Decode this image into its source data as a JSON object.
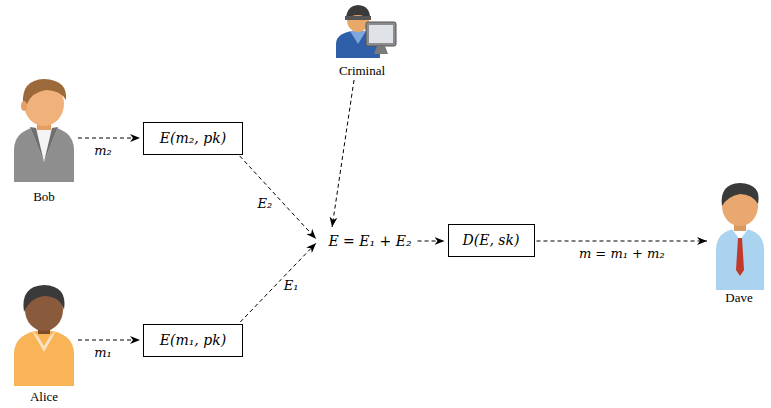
{
  "diagram": {
    "nodes": [
      {
        "text": [
          "Criminal"
        ]
      },
      {
        "text": [
          "Bob"
        ]
      },
      {
        "text": [
          "E(m₂, pk)"
        ]
      },
      {
        "text": [
          "E = E₁ + E₂"
        ]
      },
      {
        "text": [
          "D(E, sk)"
        ]
      },
      {
        "text": [
          "Dave"
        ]
      },
      {
        "text": [
          "Alice"
        ]
      },
      {
        "text": [
          "E(m₁, pk)"
        ]
      }
    ],
    "edges": [
      {
        "from": 1,
        "to": 2,
        "label": "m₂",
        "arrow": "to"
      },
      {
        "from": 2,
        "to": 3,
        "label": "E₂",
        "arrow": "to"
      },
      {
        "from": 6,
        "to": 7,
        "label": "m₁",
        "arrow": "to"
      },
      {
        "from": 7,
        "to": 3,
        "label": "E₁",
        "arrow": "to"
      },
      {
        "from": 0,
        "to": 3,
        "arrow": "to"
      },
      {
        "from": 3,
        "to": 4,
        "arrow": "to"
      },
      {
        "from": 4,
        "to": 5,
        "label": "m = m₁ + m₂",
        "arrow": "to"
      }
    ]
  }
}
